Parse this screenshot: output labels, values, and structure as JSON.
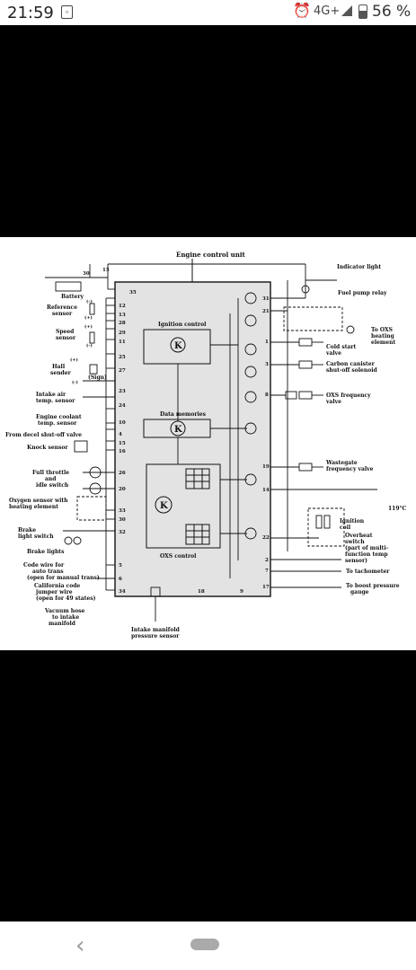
{
  "status_bar": {
    "time": "21:59",
    "network": "4G+",
    "battery": "56 %",
    "icons": [
      "image-notification-icon",
      "alarm-icon",
      "signal-icon",
      "battery-icon"
    ]
  },
  "diagram": {
    "title": "Engine control unit",
    "left_labels": {
      "battery": "Battery",
      "reference_sensor": [
        "Reference",
        "sensor"
      ],
      "speed_sensor": [
        "Speed",
        "sensor"
      ],
      "hall_sender": [
        "Hall",
        "sender"
      ],
      "sign": "(Sign)",
      "intake_air": [
        "Intake air",
        "temp. sensor"
      ],
      "engine_coolant": [
        "Engine coolant",
        "temp. sensor"
      ],
      "decel": "From decel shut-off valve",
      "knock": "Knock sensor",
      "full_throttle": [
        "Full throttle",
        "and",
        "idle switch"
      ],
      "oxygen_sensor": [
        "Oxygen sensor with",
        "heating element"
      ],
      "brake_switch": [
        "Brake",
        "light switch"
      ],
      "brake_lights": "Brake lights",
      "code_wire": [
        "Code wire for",
        "auto trans",
        "(open for manual trans)"
      ],
      "california": [
        "California code",
        "jumper wire",
        "(open for 49 states)"
      ],
      "vacuum": [
        "Vacuum hose",
        "to intake",
        "manifold"
      ],
      "intake_manifold": [
        "Intake manifold",
        "pressure sensor"
      ]
    },
    "right_labels": {
      "indicator_light": "Indicator light",
      "fuel_pump_relay": "Fuel pump relay",
      "to_oxs": [
        "To OXS",
        "heating",
        "element"
      ],
      "cold_start": [
        "Cold start",
        "valve"
      ],
      "carbon_canister": [
        "Carbon canister",
        "shut-off solenoid"
      ],
      "oxs_frequency": [
        "OXS frequency",
        "valve"
      ],
      "wastegate": [
        "Wastegate",
        "frequency valve"
      ],
      "temp": "119°C",
      "ignition_coil": [
        "Ignition",
        "coil"
      ],
      "overheat": [
        "Overheat",
        "switch",
        "(part of multi-",
        "function temp",
        "sensor)"
      ],
      "tachometer": "To tachometer",
      "boost": [
        "To boost pressure",
        "gauge"
      ]
    },
    "inner_labels": {
      "ignition_control": "Ignition control",
      "data_memories": "Data memories",
      "oxs_control": "OXS control",
      "k": "K"
    },
    "pins_left": [
      "35",
      "12",
      "13",
      "28",
      "29",
      "11",
      "25",
      "27",
      "23",
      "24",
      "10",
      "4",
      "15",
      "16",
      "26",
      "20",
      "33",
      "30",
      "32",
      "5",
      "6",
      "34"
    ],
    "pins_right": [
      "31",
      "21",
      "1",
      "3",
      "8",
      "19",
      "14",
      "22",
      "2",
      "7",
      "17"
    ],
    "pins_bottom": [
      "18",
      "9"
    ],
    "top_pins": [
      "30",
      "15"
    ],
    "polarity": [
      "(-)",
      "(+)",
      "(+)",
      "(-)",
      "(+)",
      "(-)"
    ]
  },
  "nav_bar": {
    "back_glyph": "‹"
  }
}
